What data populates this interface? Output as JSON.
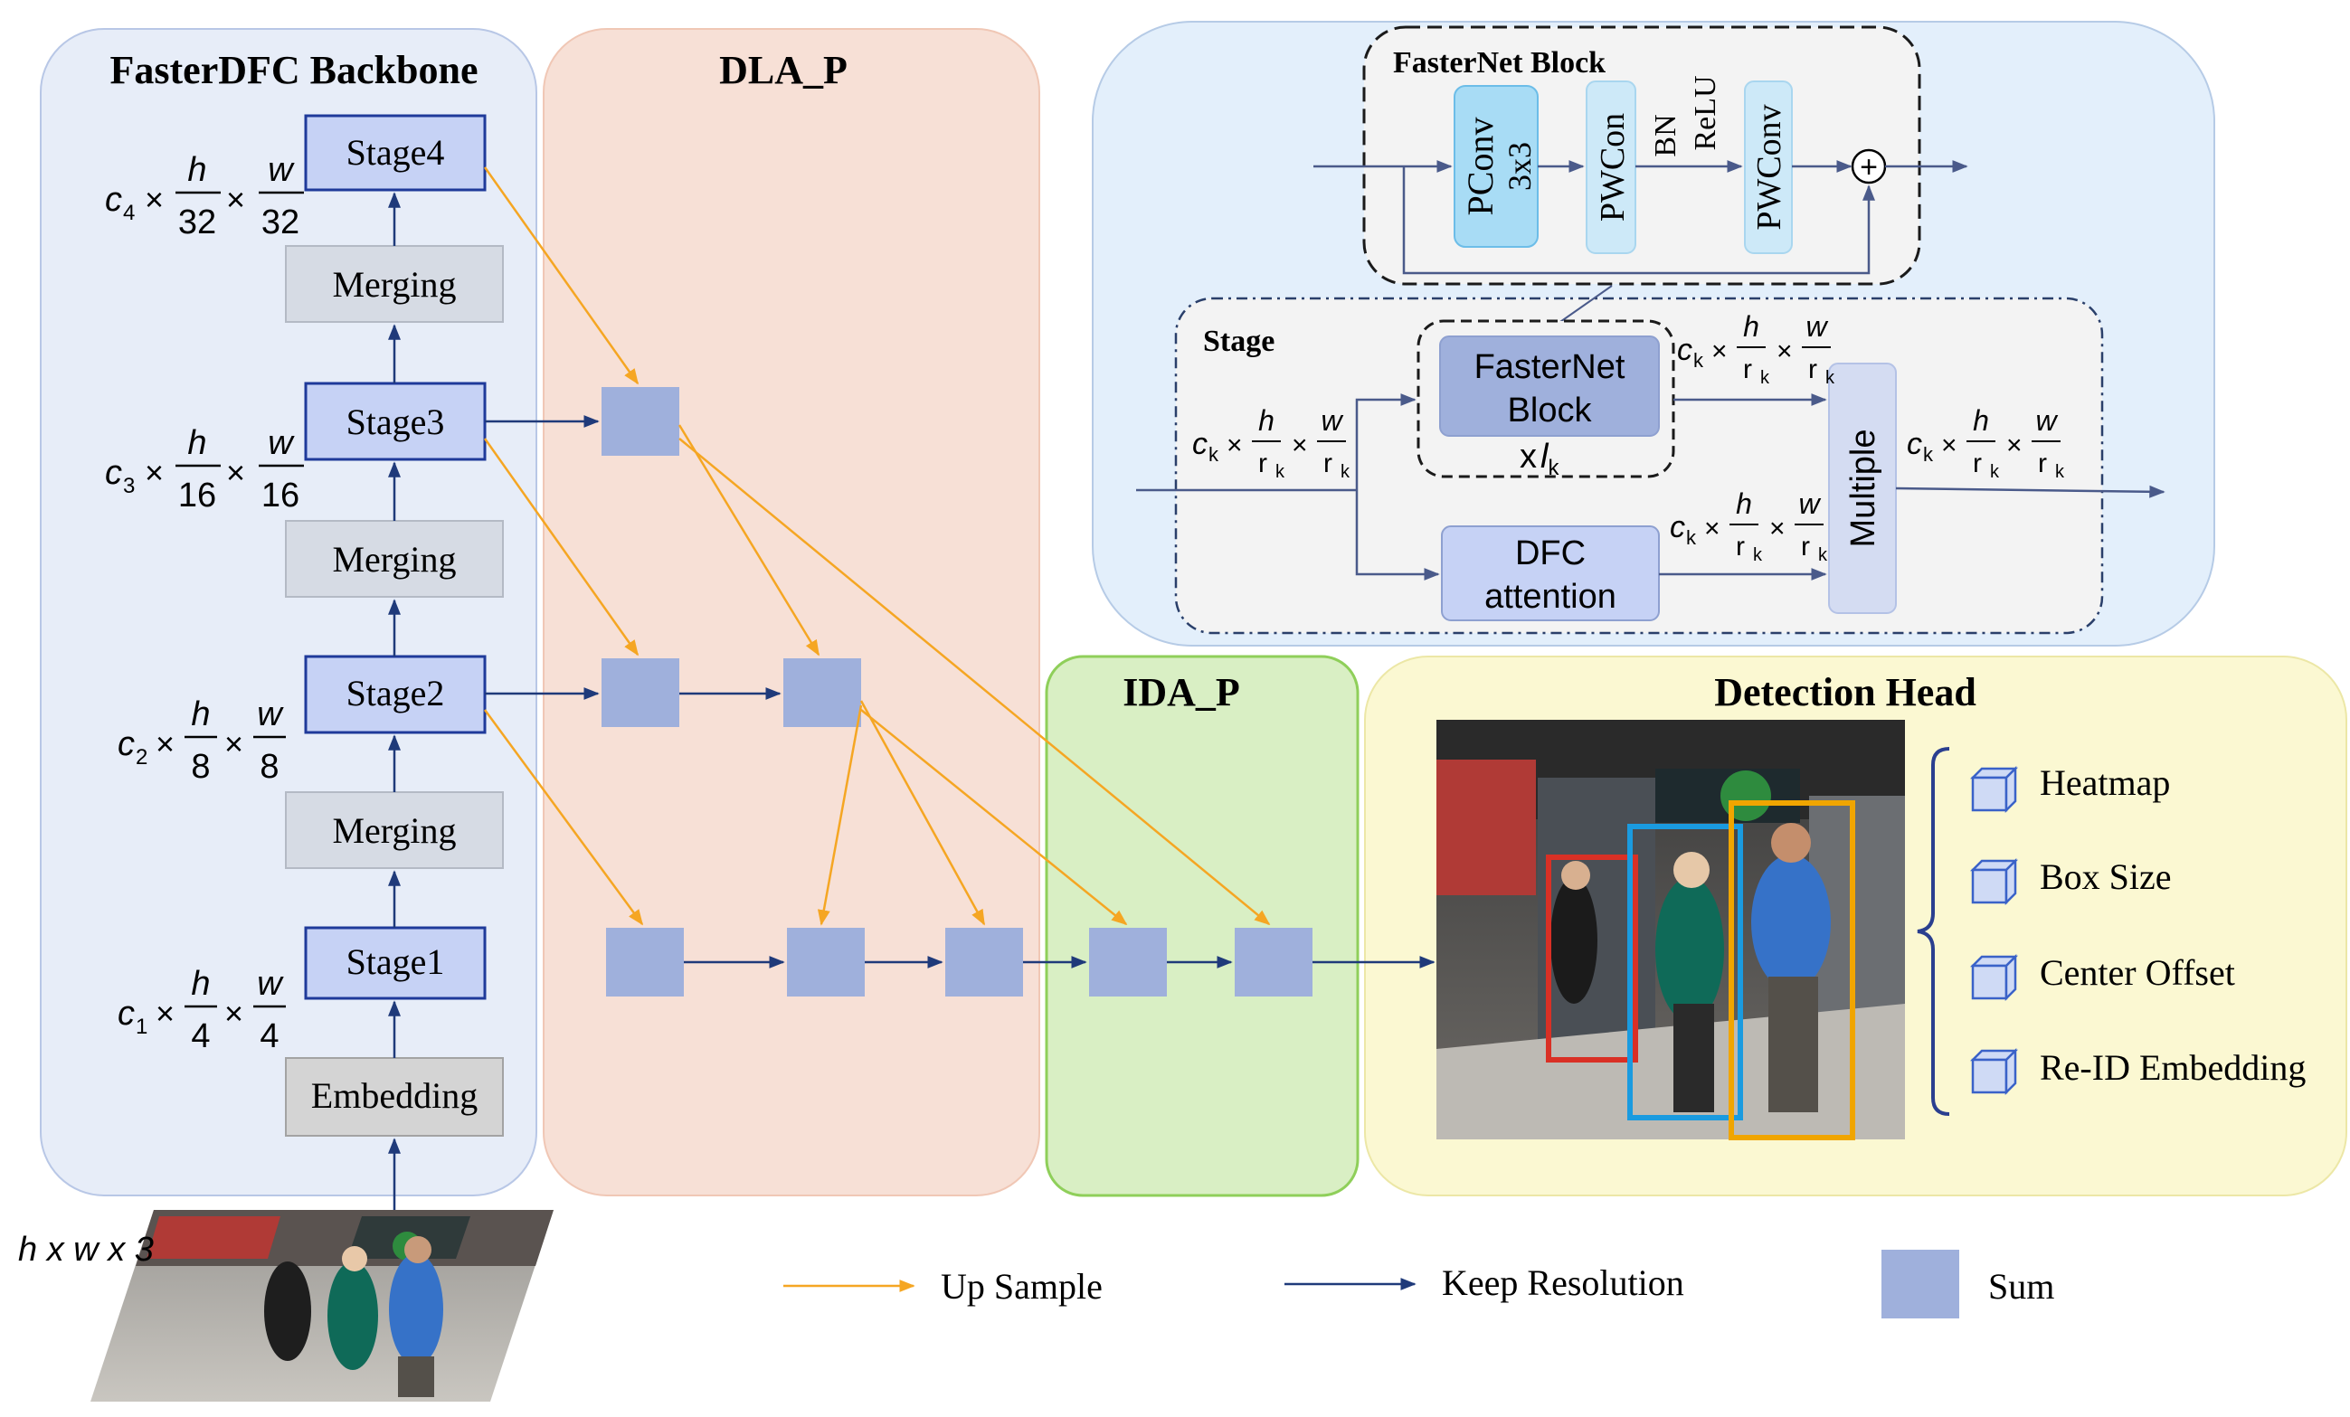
{
  "panels": {
    "backbone_title": "FasterDFC Backbone",
    "dla_title": "DLA_P",
    "ida_title": "IDA_P",
    "detection_title": "Detection Head",
    "fasternet_block_title": "FasterNet Block",
    "stage_title": "Stage"
  },
  "backbone": {
    "stage4": "Stage4",
    "stage3": "Stage3",
    "stage2": "Stage2",
    "stage1": "Stage1",
    "merging": "Merging",
    "embedding": "Embedding",
    "input_dim": "h x w x 3",
    "dim4": {
      "c": "c",
      "sub": "4",
      "h": "h",
      "hd": "32",
      "w": "w",
      "wd": "32"
    },
    "dim3": {
      "c": "c",
      "sub": "3",
      "h": "h",
      "hd": "16",
      "w": "w",
      "wd": "16"
    },
    "dim2": {
      "c": "c",
      "sub": "2",
      "h": "h",
      "hd": "8",
      "w": "w",
      "wd": "8"
    },
    "dim1": {
      "c": "c",
      "sub": "1",
      "h": "h",
      "hd": "4",
      "w": "w",
      "wd": "4"
    }
  },
  "fasternet": {
    "pconv_1": "PConv",
    "pconv_2": "3x3",
    "pwcon": "PWCon",
    "bn": "BN",
    "relu": "ReLU",
    "pwconv": "PWConv",
    "plus": "+"
  },
  "stage_detail": {
    "fasternet_1": "FasterNet",
    "fasternet_2": "Block",
    "repeat": "x",
    "repeat_var": "l",
    "repeat_sub": "k",
    "dfc_1": "DFC",
    "dfc_2": "attention",
    "multiple": "Multiple",
    "dim": {
      "c": "c",
      "sub": "k",
      "h": "h",
      "r": "r",
      "w": "w"
    }
  },
  "detection_head": {
    "outputs": [
      "Heatmap",
      "Box Size",
      "Center Offset",
      "Re-ID Embedding"
    ]
  },
  "legend": {
    "up_sample": "Up Sample",
    "keep_resolution": "Keep Resolution",
    "sum": "Sum"
  },
  "colors": {
    "up_sample_arrow": "#f5a623",
    "keep_resolution_arrow": "#1f3a7a",
    "sum_node": "#9fb0dc",
    "stage_box": "#c6d2f5",
    "merging_box": "#d6dbe4",
    "embedding_box": "#d4d4d4",
    "backbone_panel": "#e7edf8",
    "dla_panel": "#f7e0d6",
    "ida_panel": "#d9efc4",
    "detection_panel": "#fbf8d2",
    "top_panel": "#e3effb",
    "box_red": "#d93025",
    "box_blue": "#1a9be0",
    "box_yellow": "#f0a500"
  }
}
